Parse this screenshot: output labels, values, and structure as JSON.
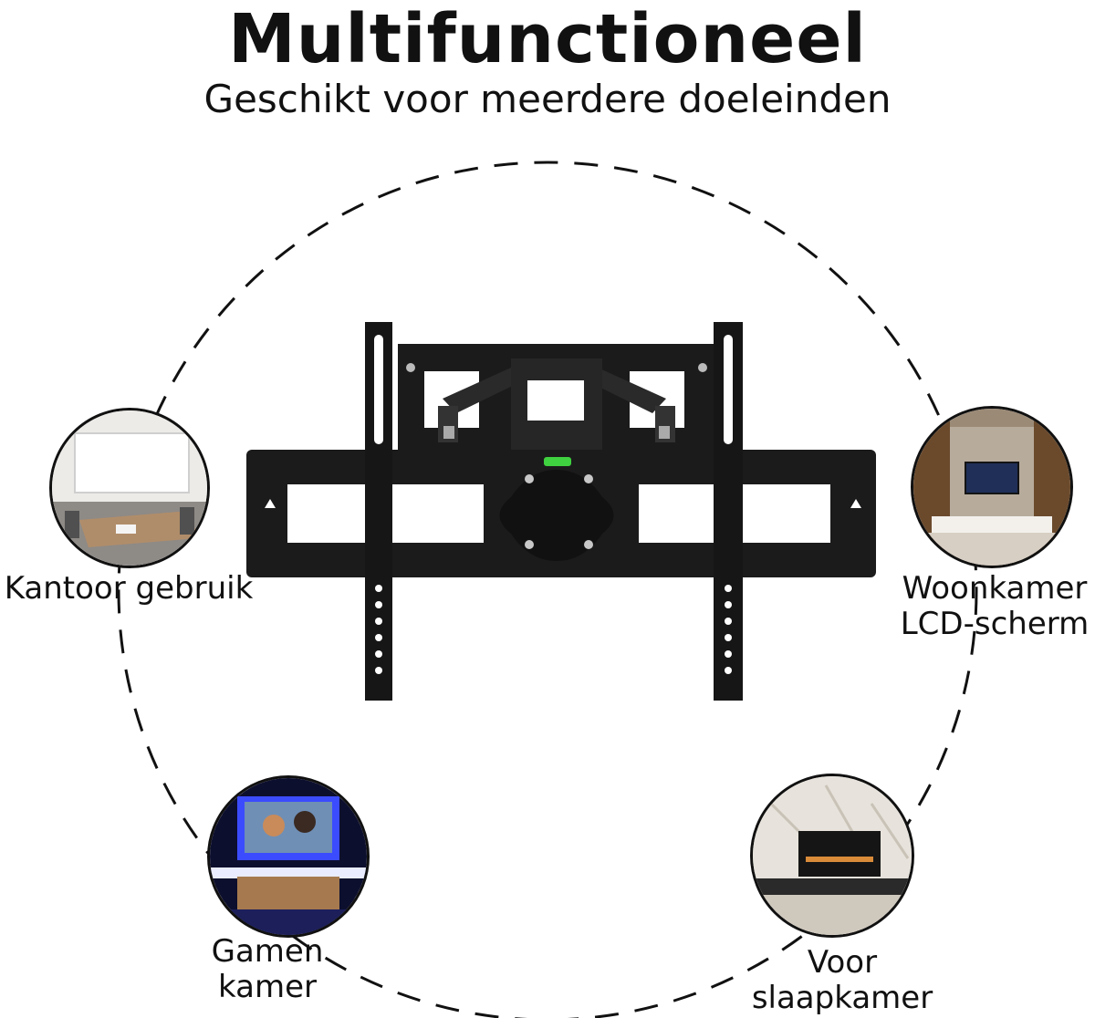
{
  "header": {
    "title": "Multifunctioneel",
    "subtitle": "Geschikt voor meerdere doeleinden"
  },
  "uses": [
    {
      "label_lines": [
        "Kantoor gebruik"
      ],
      "scene": "office"
    },
    {
      "label_lines": [
        "Woonkamer",
        "LCD-scherm"
      ],
      "scene": "living-room"
    },
    {
      "label_lines": [
        "Gamen",
        "kamer"
      ],
      "scene": "gaming-room"
    },
    {
      "label_lines": [
        "Voor",
        "slaapkamer"
      ],
      "scene": "bedroom"
    }
  ],
  "colors": {
    "text": "#111111",
    "mount": "#1b1b1b",
    "level_vial": "#3fd13f",
    "gaming_glow": "#3b4cff"
  }
}
